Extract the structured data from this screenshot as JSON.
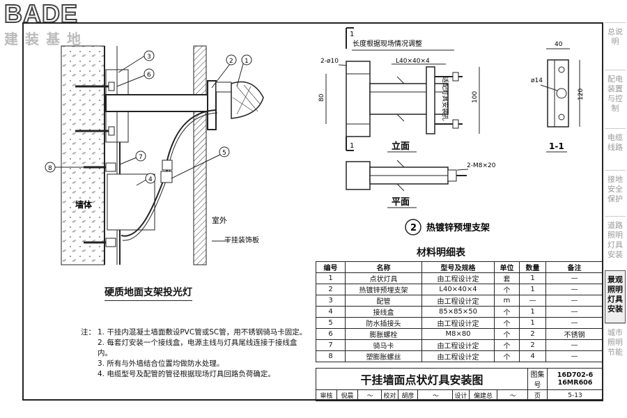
{
  "brand": {
    "logo": "BADE",
    "subtitle": "建装基地"
  },
  "side_tabs": [
    {
      "label": "总说明",
      "active": false
    },
    {
      "label": "配电装置与控制",
      "active": false
    },
    {
      "label": "电缆线路",
      "active": false
    },
    {
      "label": "接地安全保护",
      "active": false
    },
    {
      "label": "道路照明灯具安装",
      "active": false
    },
    {
      "label": "景观照明灯具安装",
      "active": true
    },
    {
      "label": "城市照明节能",
      "active": false
    }
  ],
  "left_drawing": {
    "title": "硬质地面支架投光灯",
    "wall_label": "墙体",
    "outdoor_label": "室外",
    "panel_label": "干挂装饰板",
    "callouts": [
      "1",
      "2",
      "3",
      "4",
      "5",
      "6",
      "7",
      "8"
    ]
  },
  "bracket_drawing": {
    "callout_number": "2",
    "title": "热镀锌预埋支架",
    "elevation_label": "立面",
    "plan_label": "平面",
    "section_label": "1-1",
    "section_mark": "1",
    "length_note": "长度根据现场情况调整",
    "hole_note": "2-ø10",
    "angle_note": "L40×40×4",
    "bolt_note": "2-M8×20",
    "lamp_note": "适配灯具安装孔",
    "dim_80": "80",
    "dim_100": "100",
    "dim_40": "40",
    "dim_120": "120",
    "dim_phi14": "ø14"
  },
  "material_table": {
    "title": "材料明细表",
    "headers": [
      "编号",
      "名称",
      "型号及规格",
      "单位",
      "数量",
      "备注"
    ],
    "rows": [
      [
        "1",
        "点状灯具",
        "由工程设计定",
        "套",
        "1",
        "—"
      ],
      [
        "2",
        "热镀锌预埋支架",
        "L40×40×4",
        "个",
        "1",
        "—"
      ],
      [
        "3",
        "配管",
        "由工程设计定",
        "m",
        "—",
        "—"
      ],
      [
        "4",
        "接线盒",
        "85×85×50",
        "个",
        "1",
        "—"
      ],
      [
        "5",
        "防水插接头",
        "由工程设计定",
        "个",
        "1",
        "—"
      ],
      [
        "6",
        "膨胀螺栓",
        "M8×80",
        "个",
        "2",
        "不锈钢"
      ],
      [
        "7",
        "骑马卡",
        "由工程设计定",
        "个",
        "2",
        "—"
      ],
      [
        "8",
        "塑膨胀螺丝",
        "由工程设计定",
        "个",
        "4",
        "—"
      ]
    ]
  },
  "notes": {
    "label": "注：",
    "items": [
      "1. 干挂内混凝土墙面敷设PVC管或SC管，用不锈钢骑马卡固定。",
      "2. 每套灯安装一个接线盒，电源主线与灯具尾线连接于接线盒内。",
      "3. 所有与外墙结合位置均做防水处理。",
      "4. 电缆型号及配管的管径根据现场灯具回路负荷确定。"
    ]
  },
  "title_block": {
    "title": "干挂墙面点状灯具安装图",
    "atlas_label": "图集号",
    "atlas_no_1": "16D702-6",
    "atlas_no_2": "16MR606",
    "review_label": "审核",
    "reviewer": "倪晨",
    "proof_label": "校对",
    "proofer": "胡彦",
    "design_label": "设计",
    "designer": "偏建总",
    "page_label": "页",
    "page_no": "5-13"
  }
}
